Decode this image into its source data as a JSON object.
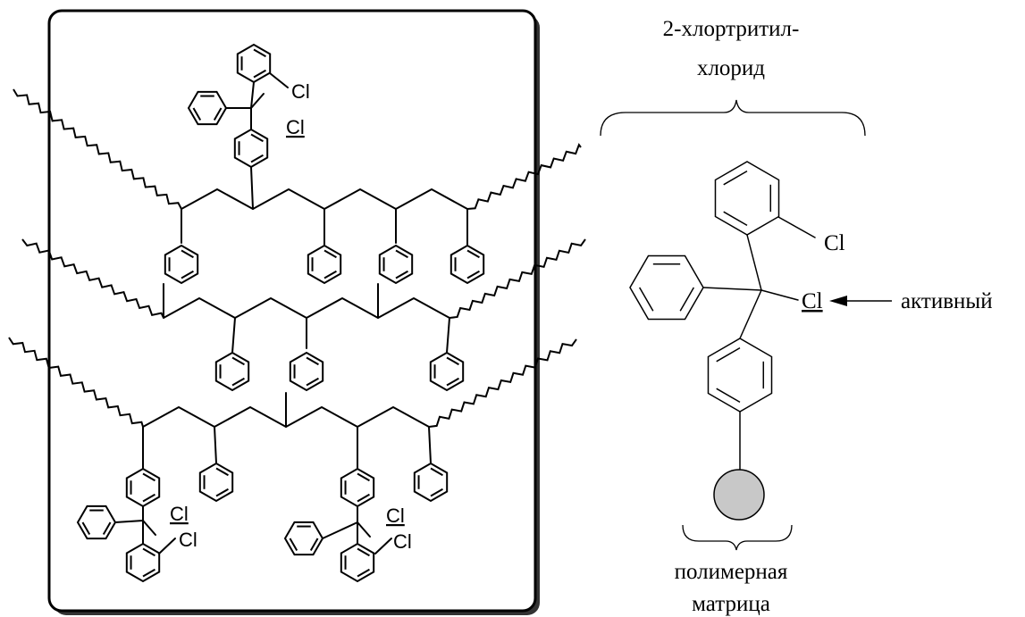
{
  "resin": {
    "atom_cl": "Cl"
  },
  "monomer": {
    "caption_line1": "2-хлортритил-",
    "caption_line2": "хлорид",
    "atom_cl_ring": "Cl",
    "atom_cl_active": "Cl",
    "active_label": "активный"
  },
  "matrix": {
    "caption_line1": "полимерная",
    "caption_line2": "матрица",
    "bead_color": "#c8c8c8"
  },
  "colors": {
    "ink": "#000000",
    "frame_shadow": "#333333"
  }
}
